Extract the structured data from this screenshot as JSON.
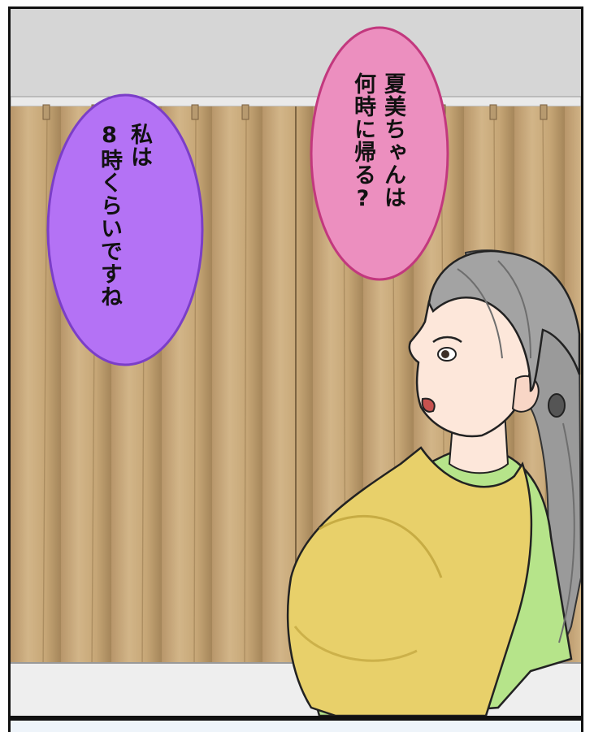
{
  "scene": {
    "description_icon": "manga-panel-icon",
    "colors": {
      "wall": "#dedede",
      "curtain": "#c9ab7e",
      "curtain_shadow": "#a98a5d",
      "bubble_pink": "#ec8fbf",
      "bubble_pink_border": "#c2387e",
      "bubble_purple": "#b472f5",
      "bubble_purple_border": "#7b3ec8",
      "shirt": "#b6e48a",
      "apron": "#e8d06a",
      "hair": "#9a9a9a",
      "skin": "#fde7da"
    }
  },
  "bubbles": {
    "pink": {
      "line1": "夏美ちゃんは",
      "line2": "何時に帰る?"
    },
    "purple": {
      "line1": "私は",
      "line2": "8時くらいですね"
    }
  }
}
